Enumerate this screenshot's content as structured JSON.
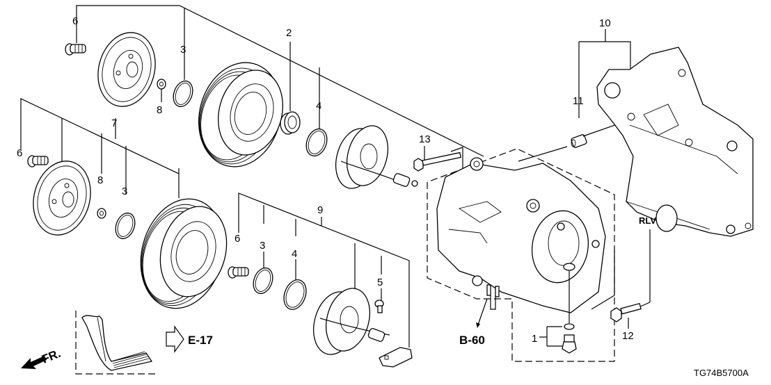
{
  "diagram": {
    "title": "A/C Compressor exploded view",
    "drawing_code": "TG74B5700A",
    "references": [
      {
        "label": "B-60",
        "style": "bold"
      },
      {
        "label": "E-17",
        "style": "bold-with-hollow-arrow"
      }
    ],
    "front_indicator": "FR.",
    "callouts": [
      {
        "id": "c6a",
        "number": "6",
        "part": "bolt"
      },
      {
        "id": "c3a",
        "number": "3",
        "part": "snap-ring"
      },
      {
        "id": "c8a",
        "number": "8",
        "part": "shim"
      },
      {
        "id": "c2",
        "number": "2",
        "part": "bearing"
      },
      {
        "id": "c4a",
        "number": "4",
        "part": "snap-ring"
      },
      {
        "id": "c13",
        "number": "13",
        "part": "bolt"
      },
      {
        "id": "c10",
        "number": "10",
        "part": "compressor-bracket"
      },
      {
        "id": "c11",
        "number": "11",
        "part": "dowel-pin"
      },
      {
        "id": "c7",
        "number": "7",
        "part": "clutch-set"
      },
      {
        "id": "c6b",
        "number": "6",
        "part": "bolt"
      },
      {
        "id": "c8b",
        "number": "8",
        "part": "shim"
      },
      {
        "id": "c3b",
        "number": "3",
        "part": "snap-ring"
      },
      {
        "id": "c9",
        "number": "9",
        "part": "clutch-set"
      },
      {
        "id": "c6c",
        "number": "6",
        "part": "bolt"
      },
      {
        "id": "c3c",
        "number": "3",
        "part": "snap-ring"
      },
      {
        "id": "c4b",
        "number": "4",
        "part": "snap-ring"
      },
      {
        "id": "c5",
        "number": "5",
        "part": "screw"
      },
      {
        "id": "c1",
        "number": "1",
        "part": "relief-valve-set"
      },
      {
        "id": "c12",
        "number": "12",
        "part": "bolt"
      }
    ],
    "bracket_marking": "RLV"
  }
}
